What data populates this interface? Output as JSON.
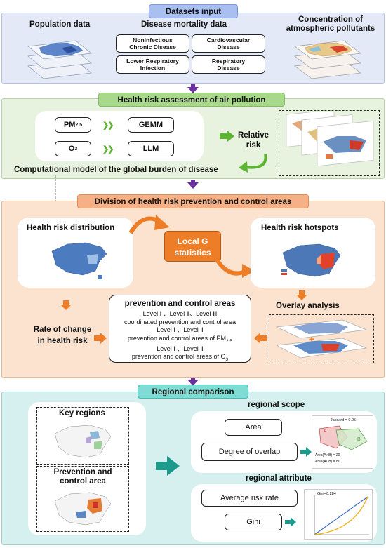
{
  "section1": {
    "header": "Datasets input",
    "population_label": "Population data",
    "mortality_label": "Disease mortality data",
    "pollutant_label_line1": "Concentration of",
    "pollutant_label_line2": "atmospheric pollutants",
    "diseases": [
      {
        "line1": "Noninfectious",
        "line2": "Chronic Disease"
      },
      {
        "line1": "Cardiovascular",
        "line2": "Disease"
      },
      {
        "line1": "Lower Respiratory",
        "line2": "Infection"
      },
      {
        "line1": "Respiratory",
        "line2": "Disease"
      }
    ]
  },
  "section2": {
    "header": "Health risk assessment of air pollution",
    "pm_label": "PM",
    "pm_sub": "2.5",
    "o3_label": "O",
    "o3_sub": "3",
    "model1": "GEMM",
    "model2": "LLM",
    "relative_line1": "Relative",
    "relative_line2": "risk",
    "computational": "Computational model of the global burden of disease"
  },
  "section3": {
    "header": "Division of health risk prevention and control areas",
    "distribution": "Health risk distribution",
    "local_g_line1": "Local G",
    "local_g_line2": "statistics",
    "hotspots": "Health risk hotspots",
    "overlay": "Overlay analysis",
    "rate_line1": "Rate of change",
    "rate_line2": "in health risk",
    "areas_title": "prevention and control areas",
    "areas_line1": "Level I 、Level Ⅱ、Level Ⅲ",
    "areas_line2": "coordinated prevention and control area",
    "areas_line3": "Level I 、Level Ⅱ",
    "areas_line4": "prevention and control areas of PM",
    "areas_line4_sub": "2.5",
    "areas_line5": "Level I 、Level Ⅱ",
    "areas_line6": "prevention and control areas of O",
    "areas_line6_sub": "3"
  },
  "section4": {
    "header": "Regional comparison",
    "key_regions": "Key regions",
    "prevention_line1": "Prevention and",
    "prevention_line2": "control area",
    "scope_title": "regional scope",
    "area": "Area",
    "overlap": "Degree of overlap",
    "attribute_title": "regional attribute",
    "avg_risk": "Average risk rate",
    "gini": "Gini",
    "jaccard": "Jaccard = 0.25",
    "venn_a": "A",
    "venn_b": "B",
    "formula1": "Area(A∩B) = 20",
    "formula2": "Area(A∪B) = 80",
    "gini_value": "Gini=0.284"
  },
  "colors": {
    "purple_arrow": "#6b2fa0",
    "green_arrow": "#5cb531",
    "orange_arrow": "#ee7d27",
    "teal_arrow": "#1e9a8c",
    "local_g_bg": "#ee7d27"
  }
}
